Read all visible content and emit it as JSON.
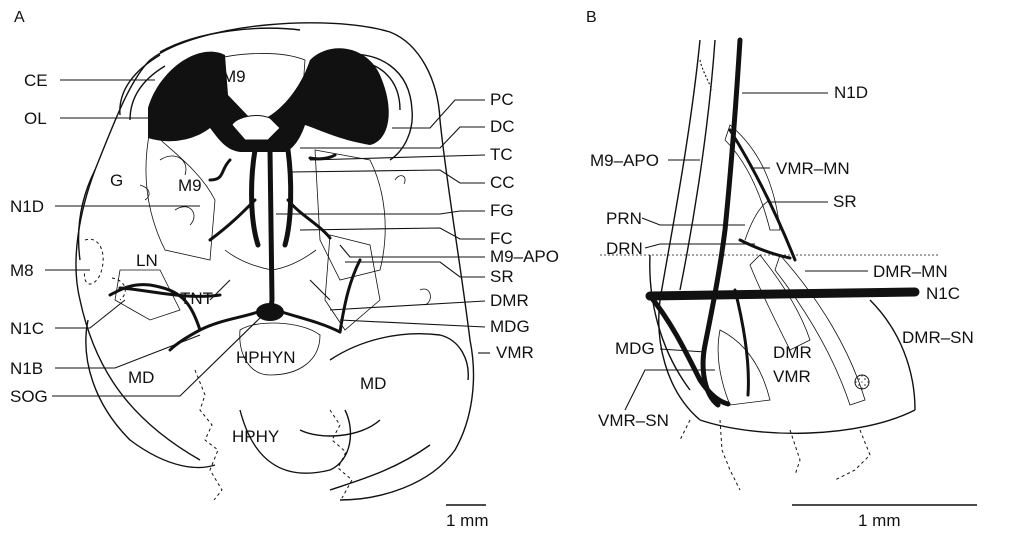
{
  "panel_a": {
    "letter": "A",
    "labels": {
      "CE": "CE",
      "OL": "OL",
      "M9_top": "M9",
      "M9_mid": "M9",
      "G": "G",
      "N1D": "N1D",
      "M8": "M8",
      "LN": "LN",
      "TNT": "TNT",
      "N1C": "N1C",
      "N1B": "N1B",
      "MD_left": "MD",
      "SOG": "SOG",
      "HPHYN": "HPHYN",
      "HPHY": "HPHY",
      "MD_right": "MD",
      "PC": "PC",
      "DC": "DC",
      "TC": "TC",
      "CC": "CC",
      "FG": "FG",
      "FC": "FC",
      "M9_APO": "M9–APO",
      "SR": "SR",
      "DMR": "DMR",
      "MDG": "MDG",
      "VMR": "VMR"
    },
    "scale_bar": "1 mm"
  },
  "panel_b": {
    "letter": "B",
    "labels": {
      "N1D": "N1D",
      "M9_APO": "M9–APO",
      "VMR_MN": "VMR–MN",
      "SR": "SR",
      "PRN": "PRN",
      "DRN": "DRN",
      "DMR_MN": "DMR–MN",
      "N1C": "N1C",
      "DMR_SN": "DMR–SN",
      "MDG": "MDG",
      "DMR": "DMR",
      "VMR": "VMR",
      "VMR_SN": "VMR–SN"
    },
    "scale_bar": "1 mm"
  }
}
